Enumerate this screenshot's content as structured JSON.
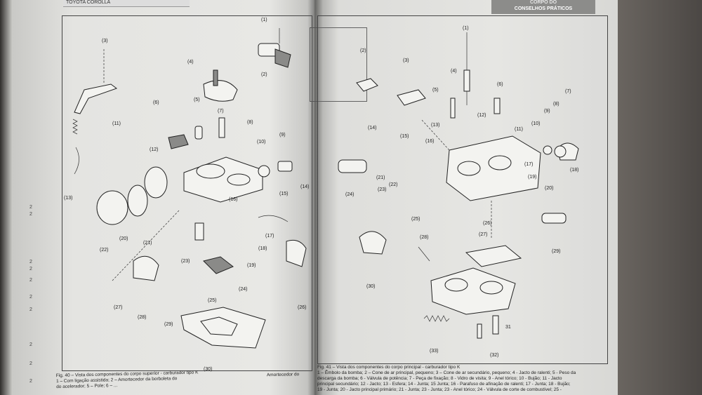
{
  "header": {
    "left_running_title": "TOYOTA COROLLA",
    "right_running_title_top": "CORPO DO",
    "right_running_title": "CONSELHOS PRÁTICOS"
  },
  "left_figure": {
    "callouts": [
      "(1)",
      "(2)",
      "(3)",
      "(4)",
      "(5)",
      "(6)",
      "(7)",
      "(8)",
      "(9)",
      "(10)",
      "(11)",
      "(12)",
      "(13)",
      "(14)",
      "(15)",
      "(16)",
      "(17)",
      "(18)",
      "(19)",
      "(20)",
      "(21)",
      "(22)",
      "(23)",
      "(24)",
      "(25)",
      "(26)",
      "(27)",
      "(28)",
      "(29)",
      "(30)"
    ],
    "caption_line1": "Fig. 40 – Vista dos componentes do corpo superior - carburador tipo K",
    "caption_line2": "1 – Com ligação assistida; 2 – Amortecedor da borboleta do",
    "caption_line3": "do acelerador; 5 – Pole; 6 – ...",
    "caption_right_fragment": "Amortecedor do"
  },
  "right_figure": {
    "callouts": [
      "(1)",
      "(2)",
      "(3)",
      "(4)",
      "(5)",
      "(6)",
      "(7)",
      "(8)",
      "(9)",
      "(10)",
      "(11)",
      "(12)",
      "(13)",
      "(14)",
      "(15)",
      "(16)",
      "(17)",
      "(18)",
      "(19)",
      "(20)",
      "(21)",
      "(22)",
      "(23)",
      "(24)",
      "(25)",
      "(26)",
      "(27)",
      "(28)",
      "(29)",
      "(30)",
      "31",
      "(32)",
      "(33)"
    ],
    "caption_line1": "Fig. 41 – Vista dos componentes do corpo principal - carburador tipo K",
    "caption_line2": "1 – Êmbolo da bomba; 2 – Cone de ar principal, pequeno; 3 – Cone de ar secundário, pequeno; 4 - Jacto de ralenti; 5 - Peso da",
    "caption_line3": "descarga da bomba; 6 - Válvula de potência; 7 - Peça de fixação; 8 - Vidro de visita; 9 - Anel tórico; 10 - Bujão; 11 - Jacto",
    "caption_line4": "principal secundário; 12 - Jacto; 13 - Esfera; 14 - Junta; 15 Junta; 16 - Parafuso de afinação de ralenti; 17 - Junta; 18 - Bujão;",
    "caption_line5": "19 - Junta; 20 - Jacto principal primário; 21 - Junta; 23 - Junta; 23 - Anel tórico; 24 - Válvula de corte de combustível; 25 -"
  },
  "margin_marks": [
    "2",
    "2",
    "2",
    "2",
    "2",
    "2",
    "2",
    "2",
    "2",
    "2"
  ]
}
